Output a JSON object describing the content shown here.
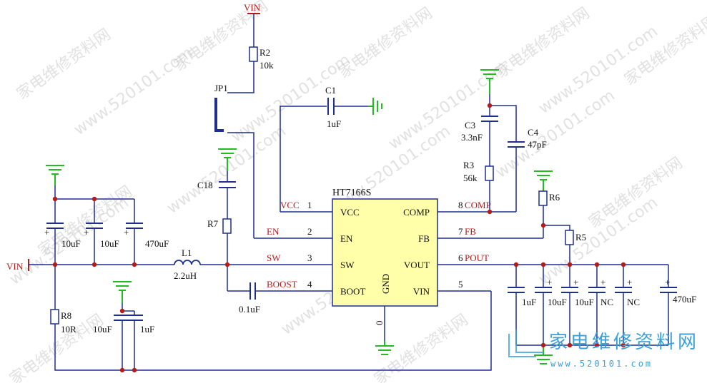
{
  "ic": {
    "name": "HT7166S",
    "fill": "#ffffaa",
    "pins_left": [
      {
        "num": "1",
        "name": "VCC",
        "net": "VCC"
      },
      {
        "num": "2",
        "name": "EN",
        "net": "EN"
      },
      {
        "num": "3",
        "name": "SW",
        "net": "SW"
      },
      {
        "num": "4",
        "name": "BOOT",
        "net": "BOOST"
      }
    ],
    "pins_right": [
      {
        "num": "8",
        "name": "COMP",
        "net": "COMP"
      },
      {
        "num": "7",
        "name": "FB",
        "net": "FB"
      },
      {
        "num": "6",
        "name": "VOUT",
        "net": "POUT"
      },
      {
        "num": "5",
        "name": "VIN",
        "net": ""
      }
    ],
    "gnd_name": "GND",
    "gnd_num": "0"
  },
  "power": {
    "vin_top": "VIN",
    "vin_left": "VIN"
  },
  "parts": {
    "R2": {
      "ref": "R2",
      "val": "10k"
    },
    "JP1": {
      "ref": "JP1"
    },
    "C1": {
      "ref": "C1",
      "val": "1uF"
    },
    "C18": {
      "ref": "C18"
    },
    "R7": {
      "ref": "R7"
    },
    "L1": {
      "ref": "L1",
      "val": "2.2uH"
    },
    "Cboot": {
      "val": "0.1uF"
    },
    "C3": {
      "ref": "C3",
      "val": "3.3nF"
    },
    "C4": {
      "ref": "C4",
      "val": "47pF"
    },
    "R3": {
      "ref": "R3",
      "val": "56k"
    },
    "R6": {
      "ref": "R6"
    },
    "R5": {
      "ref": "R5"
    },
    "R8": {
      "ref": "R8",
      "val": "10R"
    },
    "in_caps": [
      "10uF",
      "10uF",
      "470uF"
    ],
    "vin_caps": [
      "10uF",
      "1uF"
    ],
    "out_caps": [
      "1uF",
      "10uF",
      "10uF",
      "NC",
      "NC",
      "470uF"
    ]
  },
  "watermark": {
    "text": "www.520101.com",
    "cn": "家电维修资料网"
  },
  "logo": {
    "title": "家电维修资料网",
    "url": "www.520101.com"
  },
  "colors": {
    "wire": "#1f2f8f",
    "ground": "#22bb22",
    "junction": "#b41c1c",
    "net": "#b41c1c"
  }
}
